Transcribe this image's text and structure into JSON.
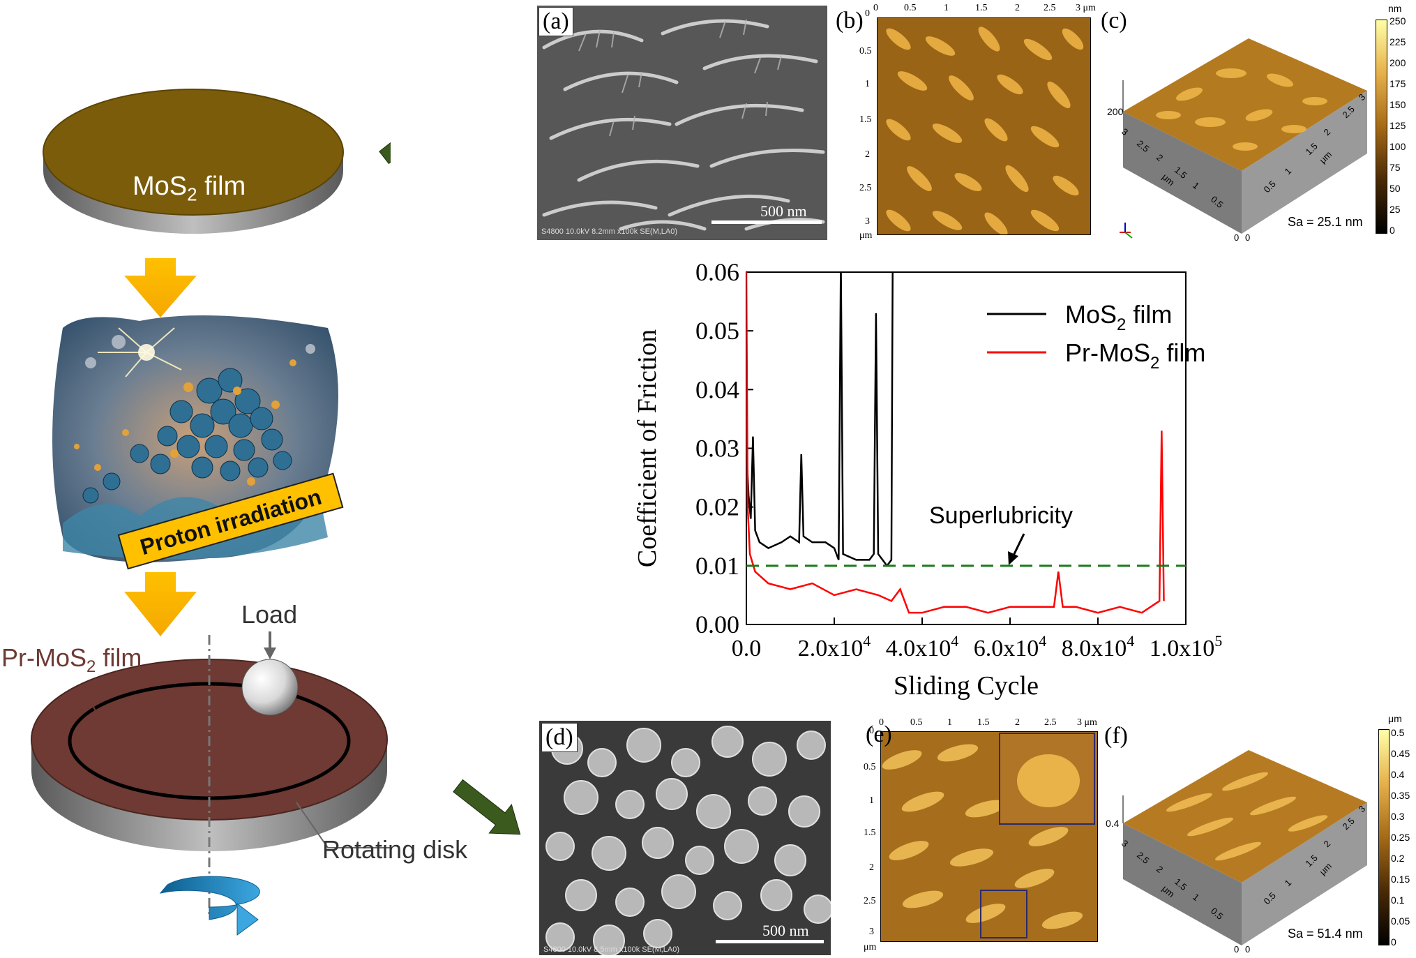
{
  "left": {
    "mos2_film_label": "MoS",
    "mos2_film_sub": "2",
    "mos2_film_suffix": " film",
    "proton_irradiation": "Proton irradiation",
    "load_label": "Load",
    "pr_film_prefix": "Pr-MoS",
    "pr_film_sub": "2",
    "pr_film_suffix": " film",
    "rotating_disk": "Rotating disk"
  },
  "panels": {
    "a": {
      "label": "(a)",
      "scale": "500 nm",
      "footer": "S4800 10.0kV 8.2mm x100k SE(M,LA0)"
    },
    "b": {
      "label": "(b)",
      "xticks": [
        "0",
        "0.5",
        "1",
        "1.5",
        "2",
        "2.5",
        "3 μm"
      ],
      "yticks": [
        "0",
        "0.5",
        "1",
        "1.5",
        "2",
        "2.5",
        "3"
      ],
      "yunit": "μm"
    },
    "c": {
      "label": "(c)",
      "sa": "Sa = 25.1 nm",
      "zlabel": "200",
      "unit": "nm",
      "cb_ticks": [
        "250",
        "225",
        "200",
        "175",
        "150",
        "125",
        "100",
        "75",
        "50",
        "25",
        "0"
      ],
      "axis_ticks_left": [
        "3",
        "2.5",
        "2",
        "1.5",
        "1",
        "0.5",
        "0"
      ],
      "axis_ticks_right": [
        "3",
        "2.5",
        "2",
        "1.5",
        "1",
        "0.5",
        "0"
      ],
      "axis_unit": "μm"
    },
    "d": {
      "label": "(d)",
      "scale": "500 nm",
      "footer": "S4800 10.0kV 8.5mm x100k SE(M,LA0)"
    },
    "e": {
      "label": "(e)",
      "xticks": [
        "0",
        "0.5",
        "1",
        "1.5",
        "2",
        "2.5",
        "3 μm"
      ],
      "yticks": [
        "0",
        "0.5",
        "1",
        "1.5",
        "2",
        "2.5",
        "3"
      ],
      "yunit": "μm"
    },
    "f": {
      "label": "(f)",
      "sa": "Sa = 51.4 nm",
      "zlabel": "0.4",
      "unit": "μm",
      "cb_ticks": [
        "0.5",
        "0.45",
        "0.4",
        "0.35",
        "0.3",
        "0.25",
        "0.2",
        "0.15",
        "0.1",
        "0.05",
        "0"
      ],
      "axis_ticks_left": [
        "3",
        "2.5",
        "2",
        "1.5",
        "1",
        "0.5",
        "0"
      ],
      "axis_ticks_right": [
        "3",
        "2.5",
        "2",
        "1.5",
        "1",
        "0.5",
        "0"
      ],
      "axis_unit": "μm"
    }
  },
  "chart_data": {
    "type": "line",
    "xlabel": "Sliding Cycle",
    "ylabel": "Coefficient of Friction",
    "xlim": [
      0,
      100000
    ],
    "ylim": [
      0,
      0.06
    ],
    "yticks": [
      "0.00",
      "0.01",
      "0.02",
      "0.03",
      "0.04",
      "0.05",
      "0.06"
    ],
    "xticks": [
      {
        "v": 0,
        "base": "0.0",
        "exp": ""
      },
      {
        "v": 20000,
        "base": "2.0x10",
        "exp": "4"
      },
      {
        "v": 40000,
        "base": "4.0x10",
        "exp": "4"
      },
      {
        "v": 60000,
        "base": "6.0x10",
        "exp": "4"
      },
      {
        "v": 80000,
        "base": "8.0x10",
        "exp": "4"
      },
      {
        "v": 100000,
        "base": "1.0x10",
        "exp": "5"
      }
    ],
    "series": [
      {
        "name_main": "MoS",
        "name_sub": "2",
        "name_tail": " film",
        "color": "#000000",
        "x": [
          0,
          500,
          1000,
          1500,
          2000,
          3000,
          5000,
          8000,
          10000,
          12000,
          12500,
          13000,
          15000,
          18000,
          20000,
          21000,
          21500,
          22000,
          25000,
          28000,
          29000,
          29500,
          30000,
          31000,
          32000,
          33000,
          33300,
          33600
        ],
        "y": [
          0.03,
          0.022,
          0.018,
          0.032,
          0.016,
          0.014,
          0.013,
          0.014,
          0.015,
          0.014,
          0.029,
          0.015,
          0.014,
          0.014,
          0.013,
          0.011,
          0.062,
          0.012,
          0.011,
          0.011,
          0.012,
          0.053,
          0.012,
          0.011,
          0.01,
          0.011,
          0.062,
          0.062
        ]
      },
      {
        "name_main": "Pr-MoS",
        "name_sub": "2",
        "name_tail": " film",
        "color": "#ff0000",
        "x": [
          0,
          300,
          800,
          2000,
          5000,
          10000,
          15000,
          20000,
          25000,
          30000,
          33000,
          35000,
          37000,
          40000,
          45000,
          50000,
          55000,
          60000,
          65000,
          70000,
          71000,
          72000,
          75000,
          80000,
          85000,
          90000,
          94000,
          94500,
          95000
        ],
        "y": [
          0.06,
          0.02,
          0.012,
          0.009,
          0.007,
          0.006,
          0.007,
          0.005,
          0.006,
          0.005,
          0.004,
          0.006,
          0.002,
          0.002,
          0.003,
          0.003,
          0.002,
          0.003,
          0.003,
          0.003,
          0.009,
          0.003,
          0.003,
          0.002,
          0.003,
          0.002,
          0.004,
          0.033,
          0.004
        ]
      }
    ],
    "reference_line": {
      "y": 0.01,
      "color": "#1a7a1a",
      "label": "Superlubricity"
    }
  }
}
